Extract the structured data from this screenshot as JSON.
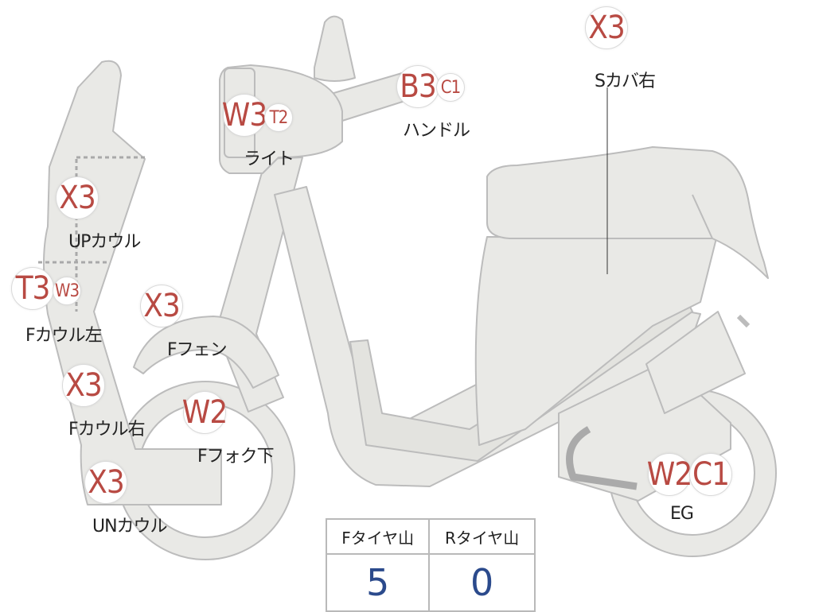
{
  "diagram": {
    "colors": {
      "body_fill": "#e9e9e6",
      "body_stroke": "#bcbcbc",
      "badge_text": "#b84a43",
      "value_text": "#2b4a8c"
    },
    "parts": {
      "s_cover_right": {
        "code": "X3",
        "label": "Sカバ右"
      },
      "handle": {
        "codes": [
          "B3",
          "C1"
        ],
        "label": "ハンドル"
      },
      "light": {
        "codes": [
          "W3",
          "T2"
        ],
        "label": "ライト"
      },
      "up_cowl": {
        "code": "X3",
        "label": "UPカウル"
      },
      "f_cowl_left": {
        "codes": [
          "T3",
          "W3"
        ],
        "label": "Fカウル左"
      },
      "f_fender": {
        "code": "X3",
        "label": "Fフェン"
      },
      "f_cowl_right": {
        "code": "X3",
        "label": "Fカウル右"
      },
      "f_fork_lower": {
        "code": "W2",
        "label": "Fフォク下"
      },
      "un_cowl": {
        "code": "X3",
        "label": "UNカウル"
      },
      "engine": {
        "codes": [
          "W2",
          "C1"
        ],
        "label": "EG"
      }
    },
    "tire_table": {
      "headers": [
        "Fタイヤ山",
        "Rタイヤ山"
      ],
      "values": [
        "5",
        "0"
      ]
    }
  }
}
